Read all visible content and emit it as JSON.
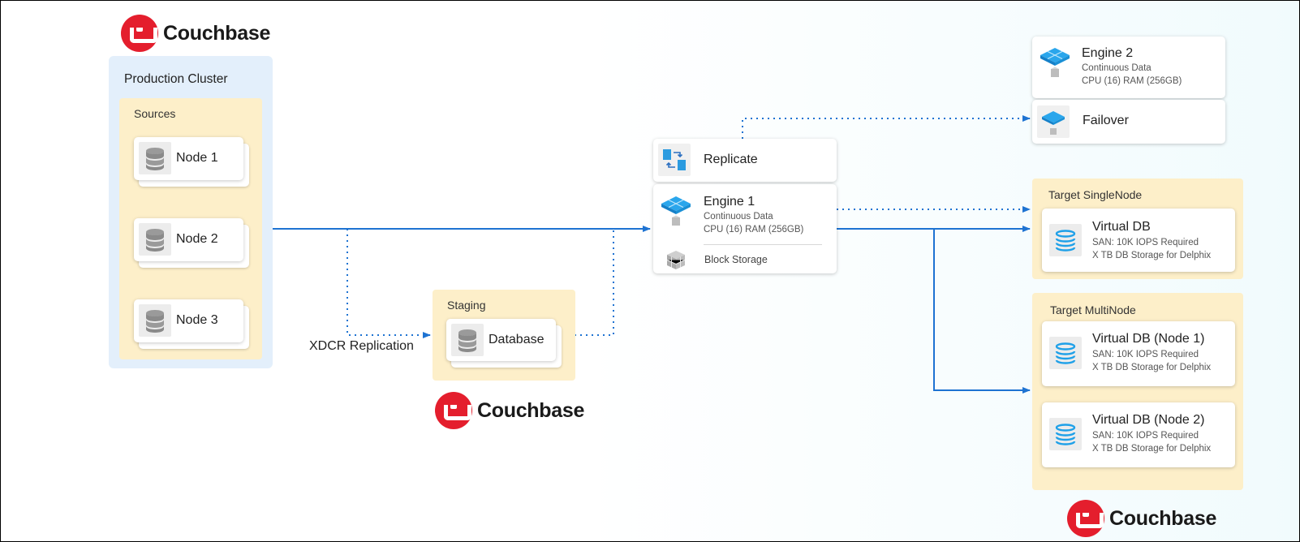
{
  "brand": {
    "name": "Couchbase",
    "color": "#e41e2d"
  },
  "production": {
    "title": "Production Cluster",
    "sources_title": "Sources",
    "nodes": [
      "Node 1",
      "Node 2",
      "Node 3"
    ]
  },
  "xdcr_label": "XDCR Replication",
  "staging": {
    "title": "Staging",
    "database_label": "Database"
  },
  "replicate": {
    "label": "Replicate"
  },
  "engine1": {
    "title": "Engine 1",
    "line1": "Continuous Data",
    "line2": "CPU (16) RAM (256GB)",
    "storage": "Block Storage"
  },
  "engine2": {
    "title": "Engine 2",
    "line1": "Continuous Data",
    "line2": "CPU (16) RAM (256GB)",
    "failover": "Failover"
  },
  "target_single": {
    "title": "Target SingleNode",
    "vdb": {
      "title": "Virtual DB",
      "line1": "SAN: 10K IOPS Required",
      "line2": "X TB DB Storage for Delphix"
    }
  },
  "target_multi": {
    "title": "Target MultiNode",
    "vdbs": [
      {
        "title": "Virtual DB (Node 1)",
        "line1": "SAN: 10K IOPS Required",
        "line2": "X TB DB Storage for Delphix"
      },
      {
        "title": "Virtual DB (Node 2)",
        "line1": "SAN: 10K IOPS Required",
        "line2": "X TB DB Storage for Delphix"
      }
    ]
  },
  "colors": {
    "line": "#1e73d2",
    "zone": "#fdefc9",
    "cluster": "#e3effb",
    "engine_blue": "#1ea0e8"
  }
}
